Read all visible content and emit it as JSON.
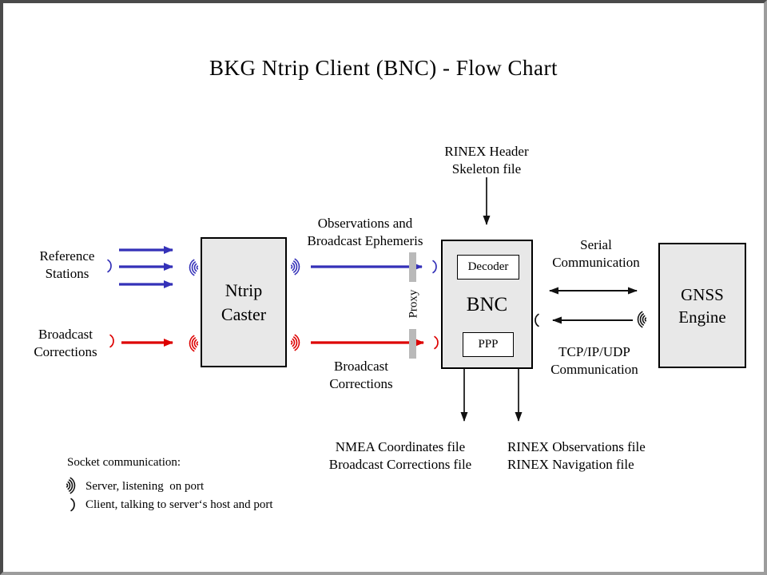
{
  "page": {
    "title": "BKG Ntrip Client (BNC)  -  Flow Chart"
  },
  "nodes": {
    "ntrip_caster": "Ntrip\nCaster",
    "bnc": "BNC",
    "decoder": "Decoder",
    "ppp": "PPP",
    "gnss_engine": "GNSS\nEngine"
  },
  "labels": {
    "reference_stations": "Reference\nStations",
    "broadcast_corrections_input": "Broadcast\nCorrections",
    "observations_stream": "Observations and\nBroadcast Ephemeris",
    "broadcast_corrections_stream": "Broadcast\nCorrections",
    "rinex_header": "RINEX Header\nSkeleton file",
    "proxy": "Proxy",
    "serial_comm": "Serial\nCommunication",
    "tcp_comm": "TCP/IP/UDP\nCommunication",
    "nmea_output": "NMEA Coordinates file\nBroadcast Corrections file",
    "rinex_output": "RINEX Observations file\nRINEX Navigation file"
  },
  "legend": {
    "title": "Socket communication:",
    "server_item": "Server, listening  on port",
    "client_item": "Client, talking to server‘s host and port"
  },
  "colors": {
    "blue": "#3431b8",
    "red": "#dd0000",
    "black": "#111111",
    "box_fill": "#e8e8e8",
    "proxy_bar": "#b9b9b9",
    "frame_dark": "#4a4a4a",
    "frame_light": "#9c9c9c"
  }
}
